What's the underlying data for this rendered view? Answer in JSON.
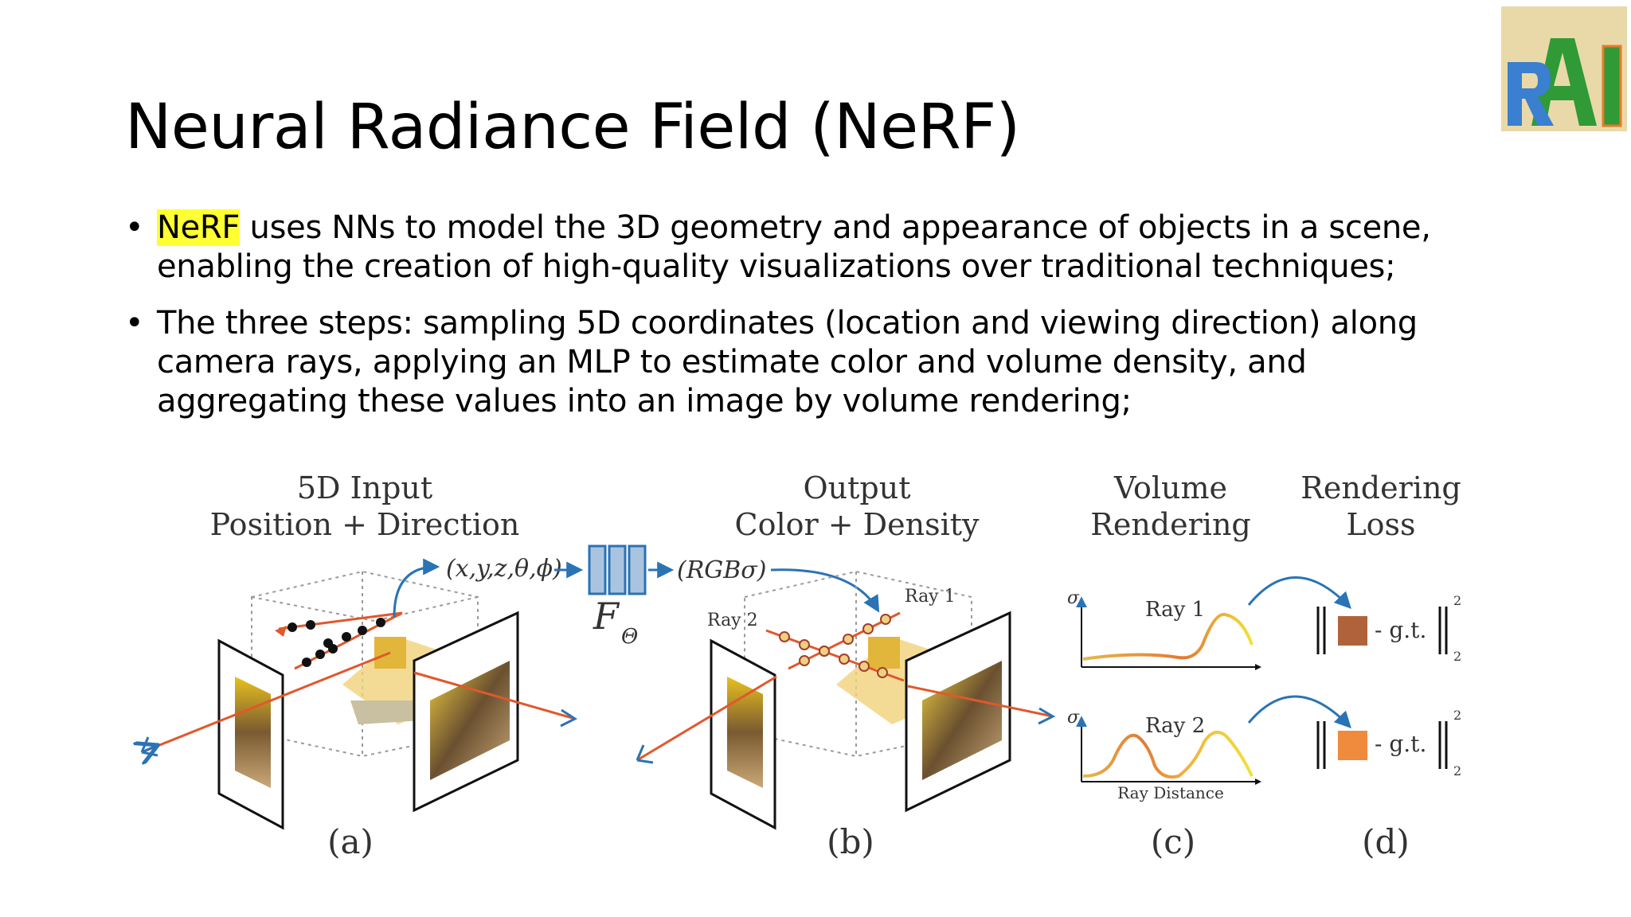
{
  "slide": {
    "title": "Neural Radiance Field (NeRF)",
    "bullets": [
      {
        "highlight": "NeRF",
        "line1_rest": " uses NNs to model the 3D geometry and appearance of objects in a scene,",
        "line2": "enabling the creation of high-quality visualizations over traditional techniques;"
      },
      {
        "line1": "The three steps: sampling 5D coordinates (location and viewing direction) along",
        "line2": "camera rays, applying an MLP to estimate color and volume density, and",
        "line3": "aggregating these values into an image by volume rendering;"
      }
    ]
  },
  "logo": {
    "text": "RAI",
    "colors": {
      "r": "#3a7fd0",
      "a": "#2f9a36",
      "accent": "#e87a2c",
      "bg": "#e9d9a8"
    }
  },
  "figure": {
    "panel_a": {
      "heading1": "5D Input",
      "heading2": "Position + Direction",
      "input_label": "(x,y,z,θ,ϕ)",
      "caption": "(a)"
    },
    "network": {
      "label": "F",
      "subscript": "Θ"
    },
    "panel_b": {
      "heading1": "Output",
      "heading2": "Color + Density",
      "output_label": "(RGBσ)",
      "ray1": "Ray 1",
      "ray2": "Ray 2",
      "caption": "(b)"
    },
    "panel_c": {
      "heading1": "Volume",
      "heading2": "Rendering",
      "sigma": "σ",
      "ray1": "Ray 1",
      "ray2": "Ray 2",
      "xlabel": "Ray Distance",
      "caption": "(c)"
    },
    "panel_d": {
      "heading1": "Rendering",
      "heading2": "Loss",
      "gt": "- g.t.",
      "sup": "2",
      "sub": "2",
      "caption": "(d)"
    },
    "colors": {
      "ray": "#e0582b",
      "arrow": "#2a73b5",
      "swatch1": "#b0633a",
      "swatch2": "#f08a3c",
      "curve_start": "#e58a3a",
      "curve_end": "#f0dc3a"
    }
  }
}
